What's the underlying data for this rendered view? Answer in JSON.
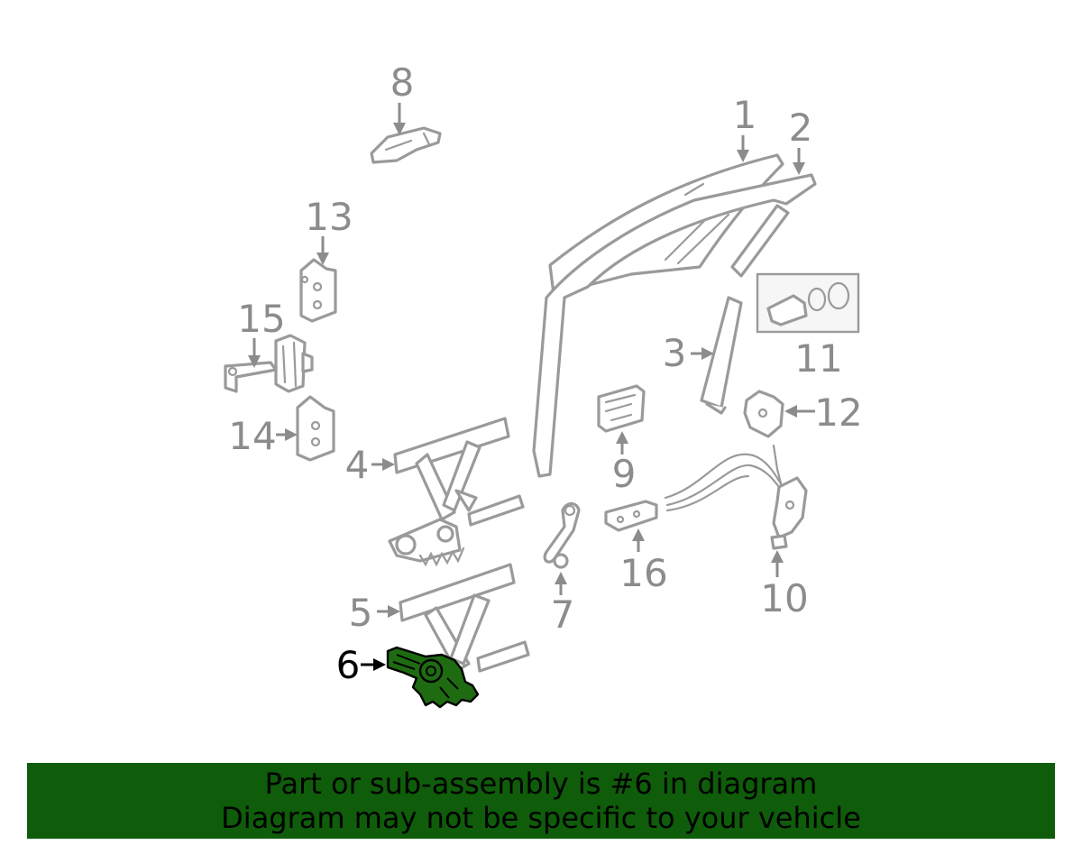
{
  "diagram": {
    "callouts": [
      {
        "id": "1",
        "label": "1"
      },
      {
        "id": "2",
        "label": "2"
      },
      {
        "id": "3",
        "label": "3"
      },
      {
        "id": "4",
        "label": "4"
      },
      {
        "id": "5",
        "label": "5"
      },
      {
        "id": "6",
        "label": "6"
      },
      {
        "id": "7",
        "label": "7"
      },
      {
        "id": "8",
        "label": "8"
      },
      {
        "id": "9",
        "label": "9"
      },
      {
        "id": "10",
        "label": "10"
      },
      {
        "id": "11",
        "label": "11"
      },
      {
        "id": "12",
        "label": "12"
      },
      {
        "id": "13",
        "label": "13"
      },
      {
        "id": "14",
        "label": "14"
      },
      {
        "id": "15",
        "label": "15"
      },
      {
        "id": "16",
        "label": "16"
      }
    ],
    "highlighted_part": "6",
    "colors": {
      "highlight_fill": "#1e6b12",
      "line_art": "#9a9a9a",
      "callout_text": "#8c8c8c",
      "banner_background": "#0f5c0a"
    }
  },
  "banner": {
    "line1": "Part or sub-assembly is #6 in diagram",
    "line2": "Diagram may not be specific to your vehicle"
  }
}
